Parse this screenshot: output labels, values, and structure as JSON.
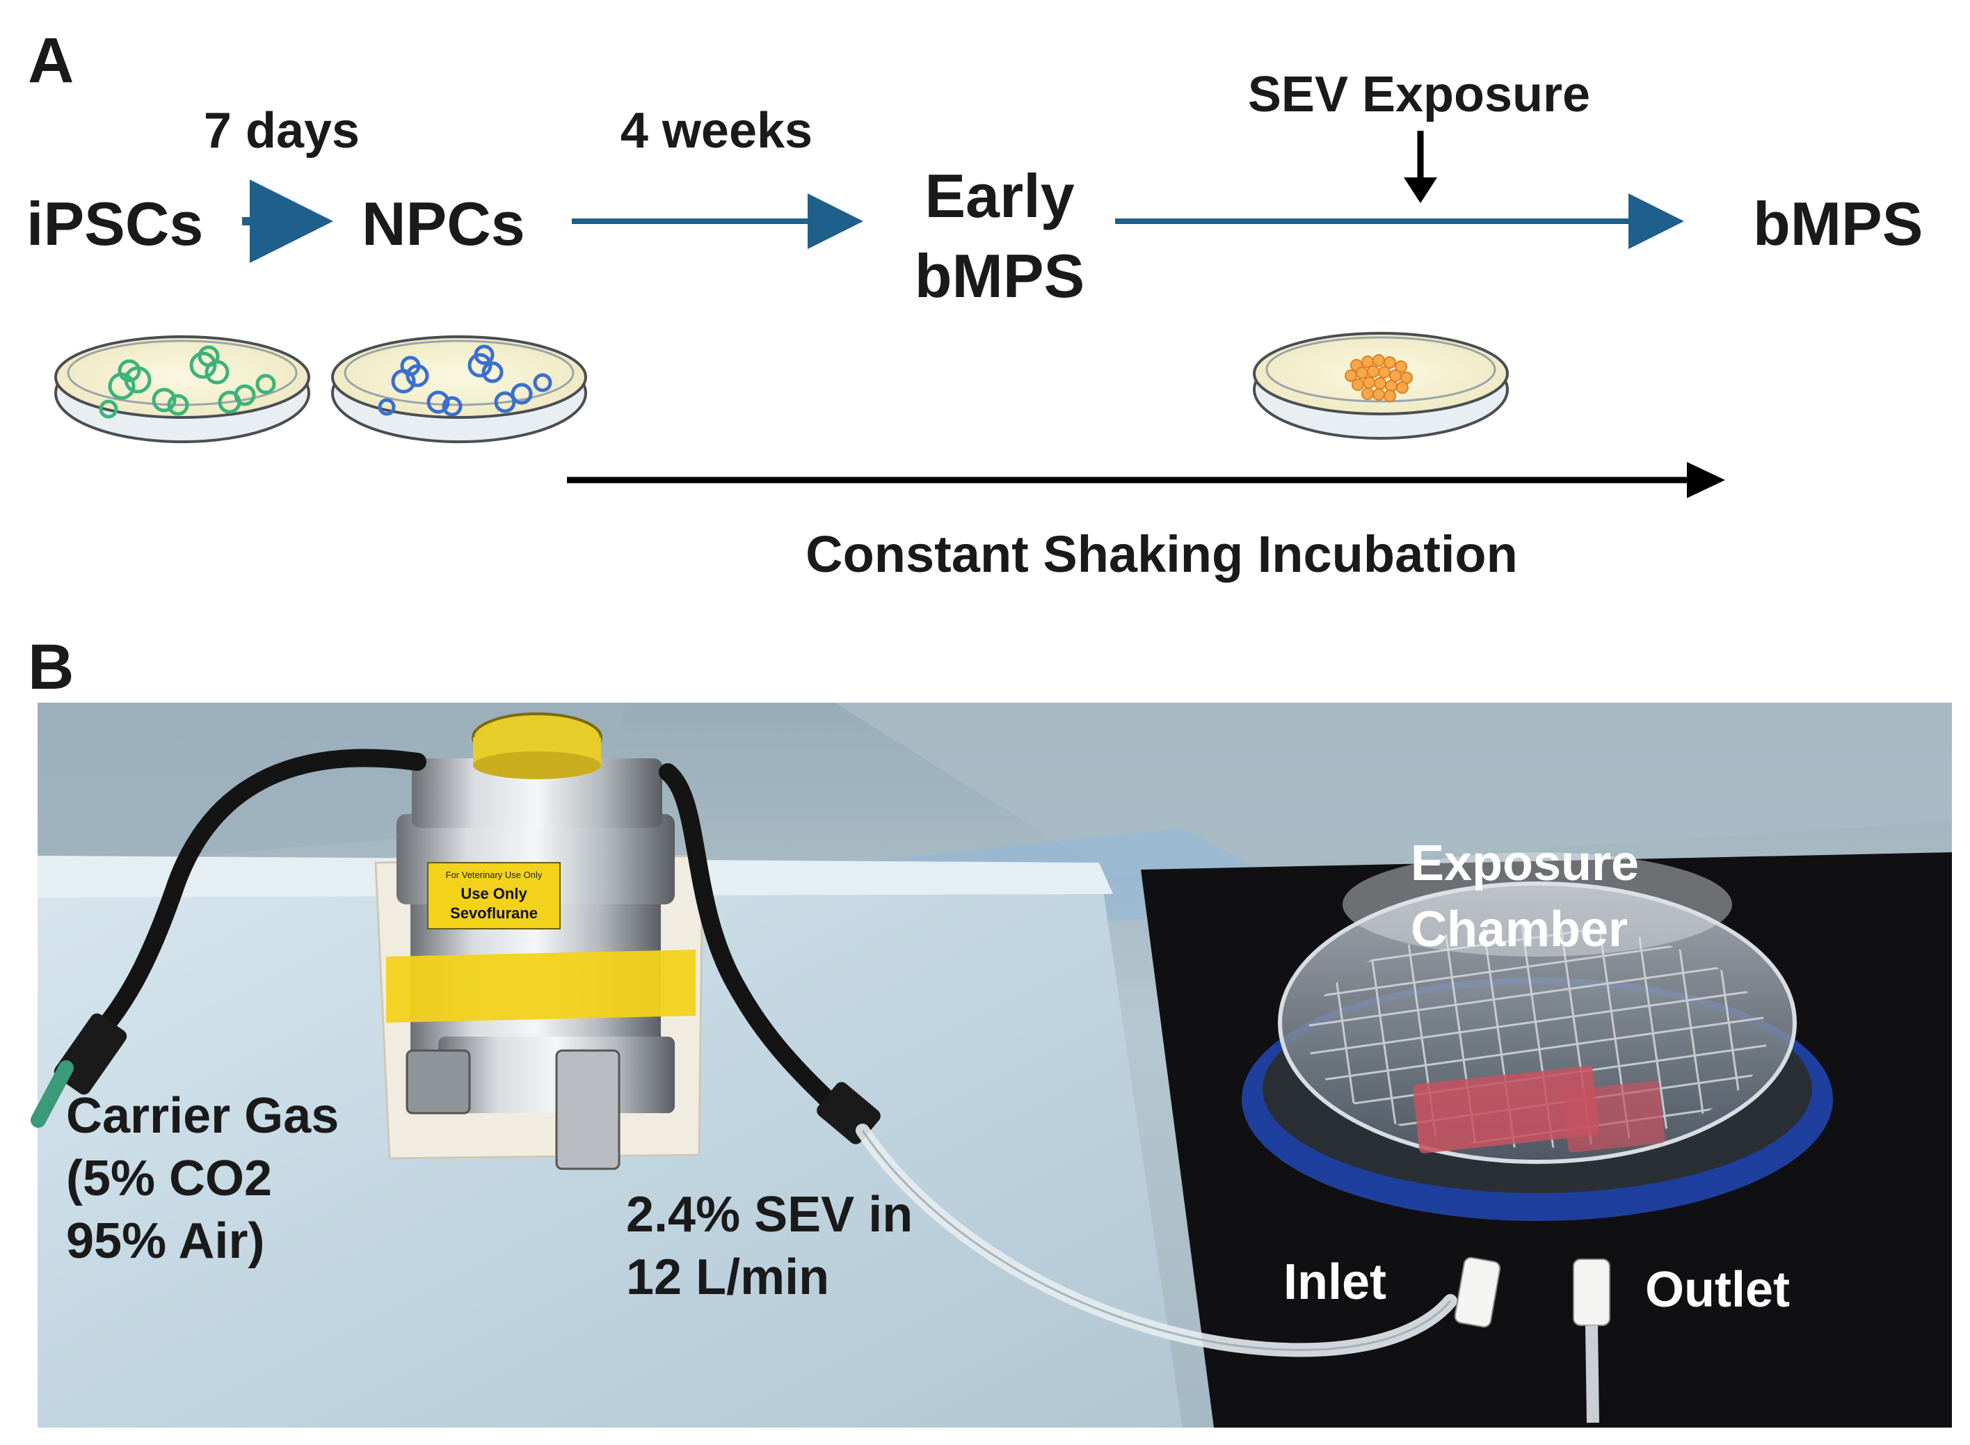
{
  "panel_a": {
    "label": "A",
    "stages": {
      "ipscs": "iPSCs",
      "npcs": "NPCs",
      "early_line1": "Early",
      "early_line2": "bMPS",
      "bmps": "bMPS"
    },
    "durations": {
      "seven_days": "7 days",
      "four_weeks": "4 weeks"
    },
    "sev_exposure": "SEV Exposure",
    "incubation": "Constant Shaking Incubation",
    "colors": {
      "arrow_blue": "#1f5f8b",
      "arrow_black": "#000000",
      "ipsc_cells": "#3cb37a",
      "npc_cells": "#3a6fd0",
      "bmps_cells": "#f0962e",
      "dish_medium": "#f7f4d6"
    }
  },
  "panel_b": {
    "label": "B",
    "vaporizer_label": {
      "line1": "For Veterinary Use Only",
      "line2": "Use Only",
      "line3": "Sevoflurane"
    },
    "carrier_gas": {
      "line1": "Carrier Gas",
      "line2": "(5% CO2",
      "line3": "95% Air)"
    },
    "sev_flow": {
      "line1": "2.4% SEV in",
      "line2": "12 L/min"
    },
    "chamber": {
      "line1": "Exposure",
      "line2": "Chamber"
    },
    "inlet": "Inlet",
    "outlet": "Outlet",
    "colors": {
      "chamber_ring": "#1f3f9e",
      "tape": "#f2d21b",
      "vaporizer_cap": "#e8cc2a",
      "table_black": "#101012",
      "pad_blue": "#c9dbe6"
    }
  }
}
